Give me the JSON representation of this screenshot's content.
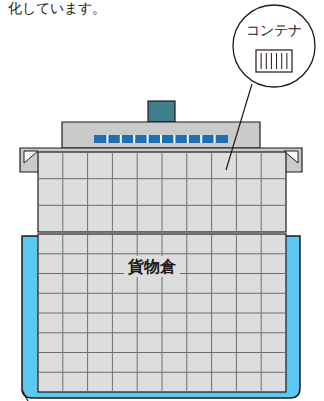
{
  "diagram": {
    "nodes": [
      {
        "text": [
          "コンテナ"
        ]
      },
      {
        "text": [
          "貨物倉"
        ]
      }
    ],
    "labels": [
      "化しています。"
    ]
  }
}
